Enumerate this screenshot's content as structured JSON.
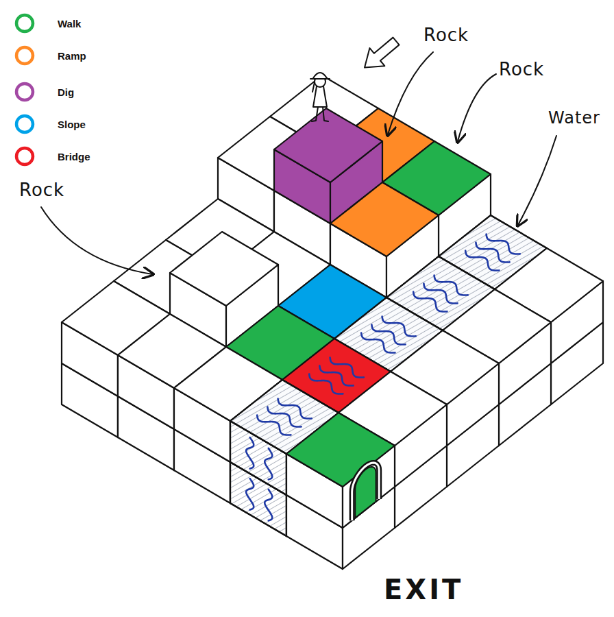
{
  "diagram": {
    "labels": [
      "Rock",
      "Rock",
      "Water",
      "Rock",
      "EXIT"
    ],
    "legend": [
      {
        "text": "Walk",
        "color": "#22b14c"
      },
      {
        "text": "Ramp",
        "color": "#ff8a26"
      },
      {
        "text": "Dig",
        "color": "#a349a4"
      },
      {
        "text": "Slope",
        "color": "#00a2e8"
      },
      {
        "text": "Bridge",
        "color": "#ed1c24"
      }
    ]
  }
}
